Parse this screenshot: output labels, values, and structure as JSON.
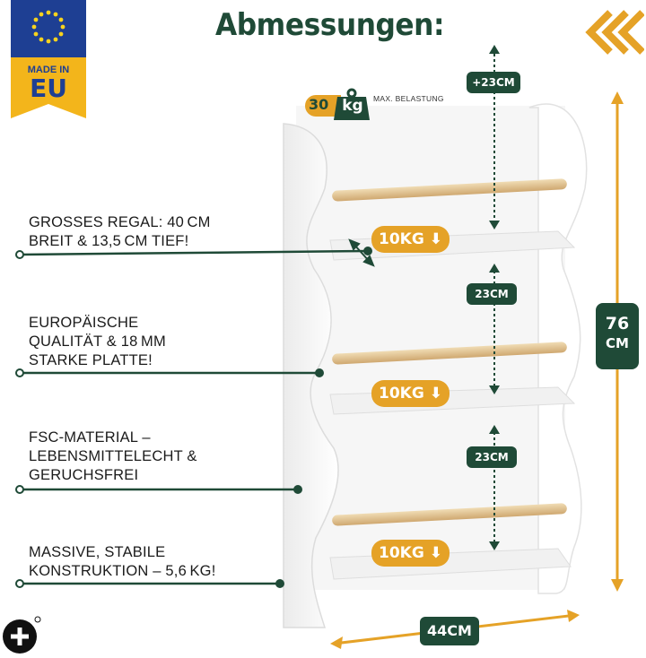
{
  "title": "Abmessungen:",
  "badge": {
    "line1": "MADE IN",
    "line2": "EU"
  },
  "weight": {
    "number": "30",
    "unit": "kg",
    "label": "MAX. BELASTUNG"
  },
  "dimensions": {
    "top_gap": "+23CM",
    "gap1": "23CM",
    "gap2": "23CM",
    "height_value": "76",
    "height_unit": "CM",
    "width": "44CM"
  },
  "loads": [
    "10KG",
    "10KG",
    "10KG"
  ],
  "features": [
    {
      "line1": "GROSSES REGAL: 40 CM",
      "line2": "BREIT & 13,5 CM TIEF!"
    },
    {
      "line1": "EUROPÄISCHE",
      "line2": "QUALITÄT & 18 MM",
      "line3": "STARKE PLATTE!"
    },
    {
      "line1": "FSC-MATERIAL –",
      "line2": "LEBENSMITTELECHT &",
      "line3": "GERUCHSFREI"
    },
    {
      "line1": "MASSIVE, STABILE",
      "line2": "KONSTRUKTION – 5,6 KG!"
    }
  ],
  "colors": {
    "green": "#1f4a37",
    "orange": "#e5a227",
    "eu_blue": "#1e3f93",
    "wood": "#e3c89a"
  },
  "icons": [
    "eu-flag-icon",
    "chevrons-left-icon",
    "brand-logo-icon",
    "arrow-down-icon"
  ]
}
